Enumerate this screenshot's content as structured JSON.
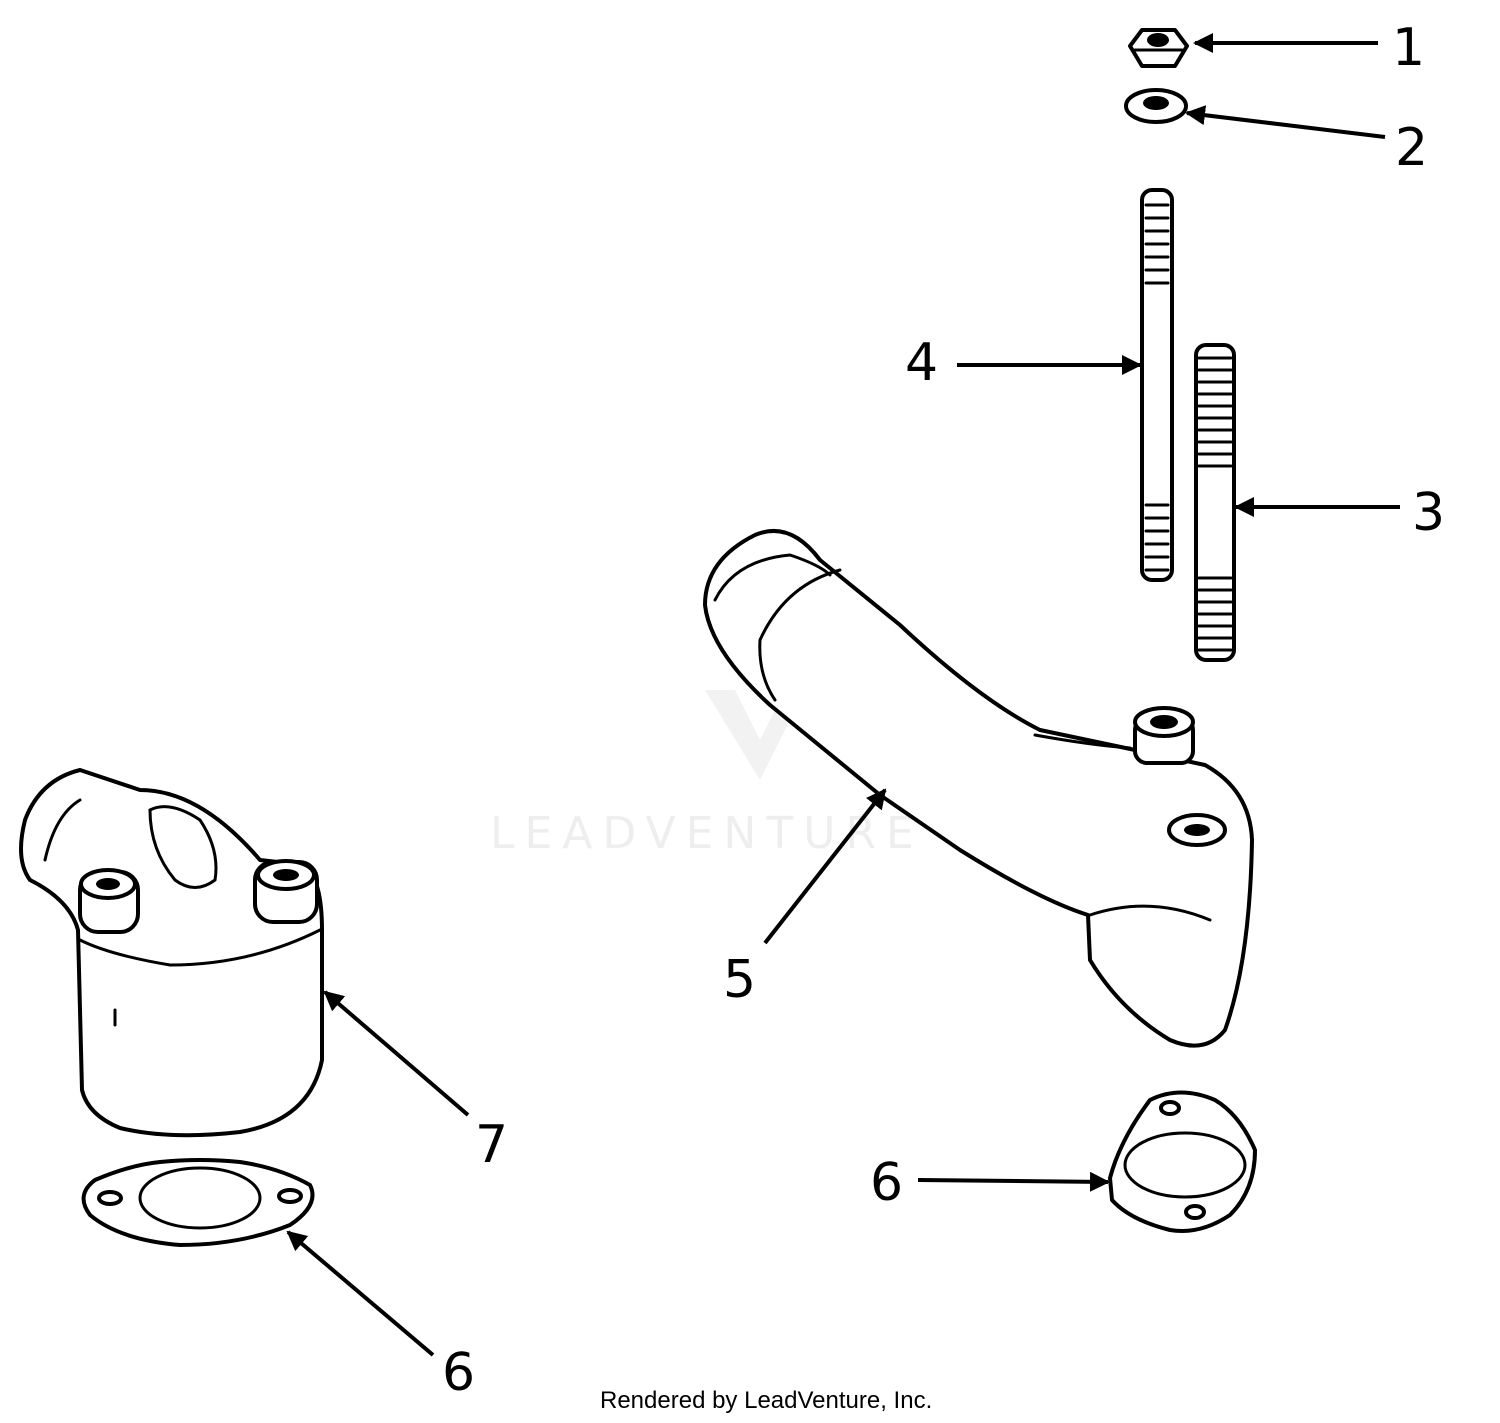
{
  "callouts": [
    "1",
    "2",
    "3",
    "4",
    "5",
    "6",
    "6",
    "7"
  ],
  "watermark": "LEADVENTURE",
  "footer": "Rendered by LeadVenture, Inc.",
  "colors": {
    "line": "#000000",
    "background": "#ffffff",
    "watermark": "#eeeeee"
  }
}
